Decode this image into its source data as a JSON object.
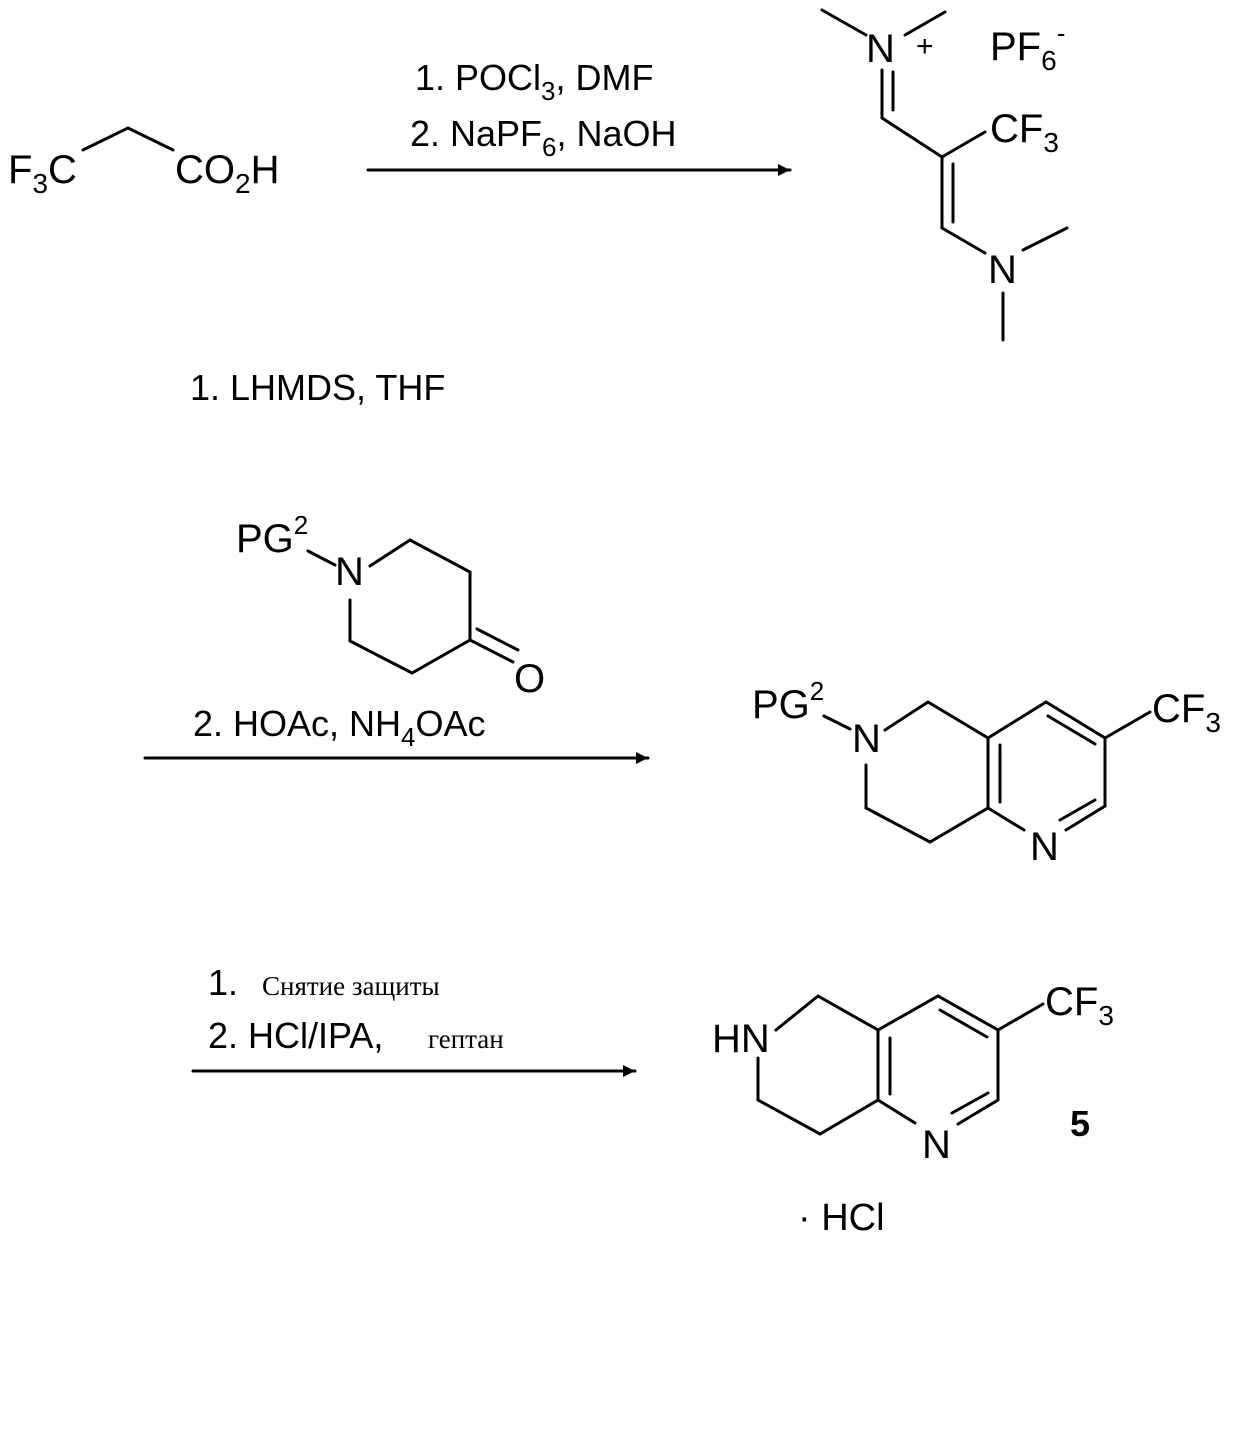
{
  "reaction1": {
    "reactant": {
      "f3c": {
        "main": "F",
        "sub": "3",
        "tail": "C"
      },
      "co2h": {
        "main": "CO",
        "sub": "2",
        "tail": "H"
      }
    },
    "conditions": {
      "step1": {
        "prefix": "1. POCl",
        "sub": "3",
        "suffix": ", DMF"
      },
      "step2": {
        "prefix": "2. NaPF",
        "sub": "6",
        "suffix": ", NaOH"
      }
    },
    "product": {
      "n_plus": "N",
      "plus": "+",
      "counterion": {
        "main": "PF",
        "sub": "6",
        "sup": "-"
      },
      "cf3": {
        "main": "CF",
        "sub": "3"
      },
      "nme2": "N"
    }
  },
  "reaction2": {
    "step1": "1. LHMDS, THF",
    "reagent": {
      "pg": "PG",
      "pg_sup": "2",
      "n": "N",
      "o": "O"
    },
    "step2": {
      "prefix": "2. HOAc, NH",
      "sub": "4",
      "suffix": "OAc"
    },
    "product": {
      "pg": "PG",
      "pg_sup": "2",
      "n_ring": "N",
      "n_pyr": "N",
      "cf3": {
        "main": "CF",
        "sub": "3"
      }
    }
  },
  "reaction3": {
    "step1": {
      "num": "1.",
      "text": "Снятие защиты"
    },
    "step2": {
      "prefix": "2. HCl/IPA,",
      "text": "гептан"
    },
    "product": {
      "hn": "HN",
      "n_pyr": "N",
      "cf3": {
        "main": "CF",
        "sub": "3"
      },
      "label": "5",
      "salt": "· HCl"
    }
  }
}
